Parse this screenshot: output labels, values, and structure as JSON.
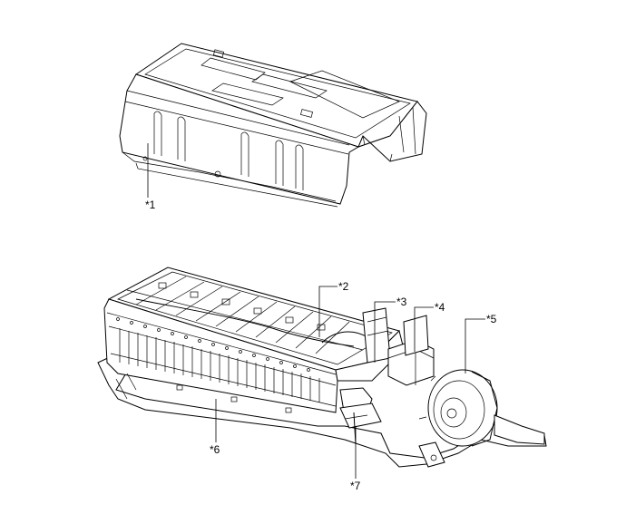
{
  "callouts": [
    {
      "id": "c1",
      "label": "*1"
    },
    {
      "id": "c2",
      "label": "*2"
    },
    {
      "id": "c3",
      "label": "*3"
    },
    {
      "id": "c4",
      "label": "*4"
    },
    {
      "id": "c5",
      "label": "*5"
    },
    {
      "id": "c6",
      "label": "*6"
    },
    {
      "id": "c7",
      "label": "*7"
    }
  ]
}
